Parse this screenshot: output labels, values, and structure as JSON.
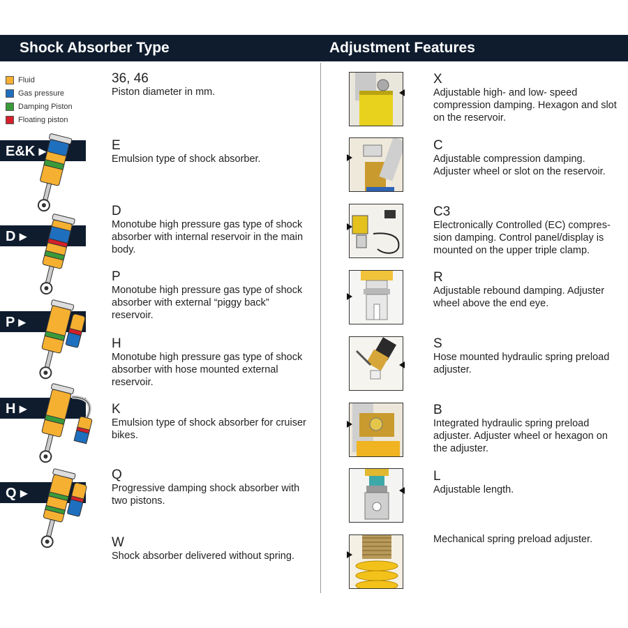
{
  "header": {
    "left_title": "Shock Absorber Type",
    "right_title": "Adjustment Features"
  },
  "legend": [
    {
      "label": "Fluid",
      "color": "#f5b031"
    },
    {
      "label": "Gas pressure",
      "color": "#1f6fbf"
    },
    {
      "label": "Damping Piston",
      "color": "#3a9a3a"
    },
    {
      "label": "Floating piston",
      "color": "#d4202a"
    }
  ],
  "shock_types": [
    {
      "code": "36, 46",
      "description": "Piston diameter in mm."
    },
    {
      "code": "E",
      "description": "Emulsion type of shock absorber."
    },
    {
      "code": "D",
      "description": "Monotube high pressure gas type of shock absorber with internal reservoir in the main body."
    },
    {
      "code": "P",
      "description": "Monotube high pressure gas type of shock absorber with external “piggy back” reservoir."
    },
    {
      "code": "H",
      "description": "Monotube high pressure gas type of shock absorber with hose mounted external reservoir."
    },
    {
      "code": "K",
      "description": "Emulsion type of shock absorber for cruiser bikes."
    },
    {
      "code": "Q",
      "description": "Progressive damping shock absorber with two pistons."
    },
    {
      "code": "W",
      "description": "Shock absorber delivered without spring."
    }
  ],
  "tabs": [
    {
      "label": "E&K"
    },
    {
      "label": "D"
    },
    {
      "label": "P"
    },
    {
      "label": "H"
    },
    {
      "label": "Q"
    }
  ],
  "features": [
    {
      "code": "X",
      "description": "Adjustable high- and low- speed compression damping. Hexagon and slot on the reservoir."
    },
    {
      "code": "C",
      "description": "Adjustable compression damping. Adjuster wheel or slot on the reservoir."
    },
    {
      "code": "C3",
      "description": "Electronically Controlled (EC) compres-sion damping. Control panel/display is mounted on the upper triple clamp."
    },
    {
      "code": "R",
      "description": "Adjustable rebound damping. Adjuster wheel above the end eye."
    },
    {
      "code": "S",
      "description": "Hose mounted hydraulic spring preload adjuster."
    },
    {
      "code": "B",
      "description": "Integrated hydraulic spring preload adjuster. Adjuster wheel or hexagon on the adjuster."
    },
    {
      "code": "L",
      "description": "Adjustable length."
    },
    {
      "code": "",
      "description": "Mechanical spring preload adjuster."
    }
  ]
}
